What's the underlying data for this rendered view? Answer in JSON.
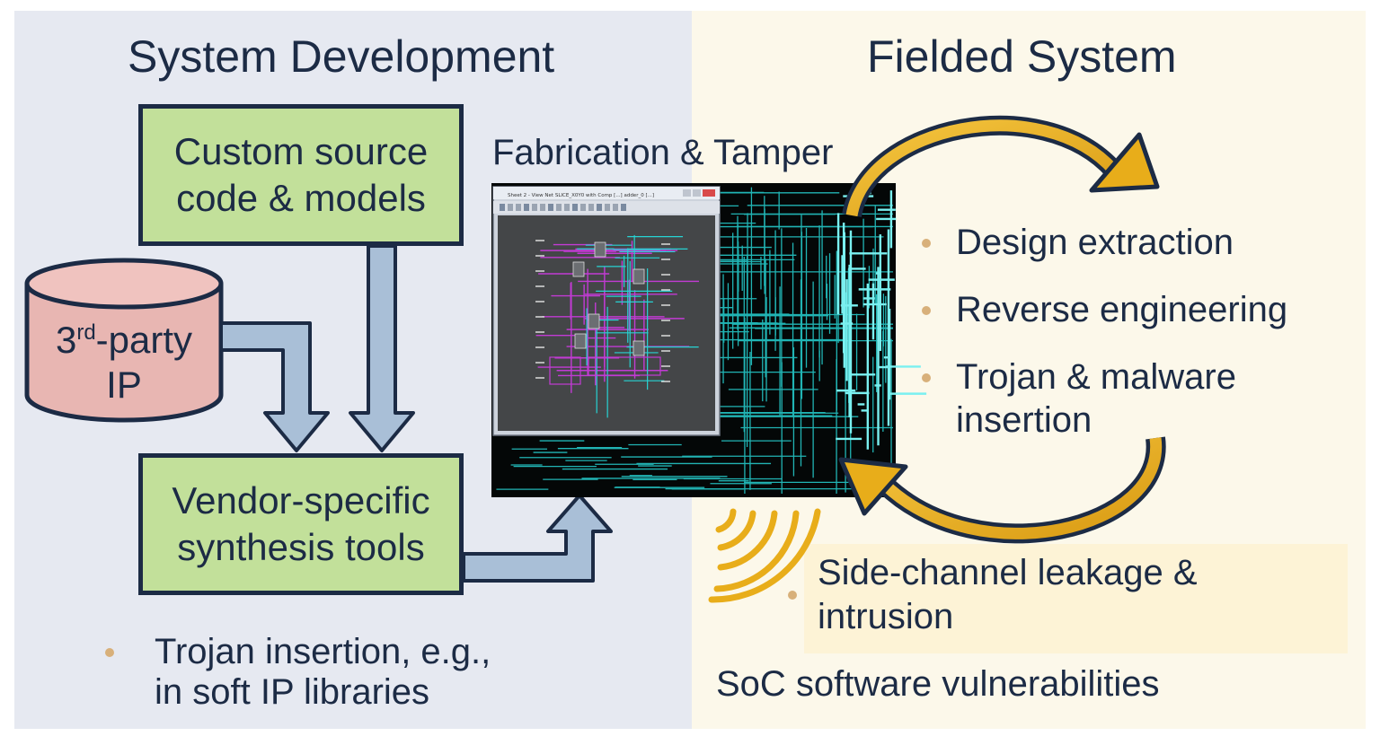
{
  "left": {
    "heading": "System Development",
    "custom_box": {
      "line1": "Custom source",
      "line2": "code & models"
    },
    "ip_cylinder": {
      "prefix": "3",
      "superscript": "rd",
      "suffix": "-party",
      "line2": "IP"
    },
    "vendor_box": {
      "line1": "Vendor-specific",
      "line2": "synthesis tools"
    },
    "bullet": {
      "line1": "Trojan insertion, e.g.,",
      "line2": "in soft IP libraries"
    }
  },
  "middle": {
    "heading": "Fabrication & Tamper",
    "window_title": "Sheet 2 - View Net SLICE_X0Y0 with Comp [...] adder_0 [...]"
  },
  "right": {
    "heading": "Fielded System",
    "bullets": [
      {
        "line1": "Design extraction",
        "line2": ""
      },
      {
        "line1": "Reverse engineering",
        "line2": ""
      },
      {
        "line1": "Trojan & malware",
        "line2": "insertion"
      }
    ],
    "side_channel": {
      "line1": "Side-channel leakage &",
      "line2": "intrusion"
    },
    "footer": "SoC software vulnerabilities"
  },
  "colors": {
    "left_bg": "#e6e9f1",
    "right_bg": "#fcf8ea",
    "box_fill": "#c2e09a",
    "box_border": "#1c2b45",
    "cylinder_fill": "#e8b6b2",
    "arrow_fill": "#a9bfd7",
    "gold": "#e8ad1a",
    "circuit_cyan": "#27d3d3",
    "schematic_magenta": "#c23bd4",
    "bullet": "#d8b07a"
  },
  "icons": [
    "cycle-arrow-icon",
    "signal-waves-icon"
  ]
}
